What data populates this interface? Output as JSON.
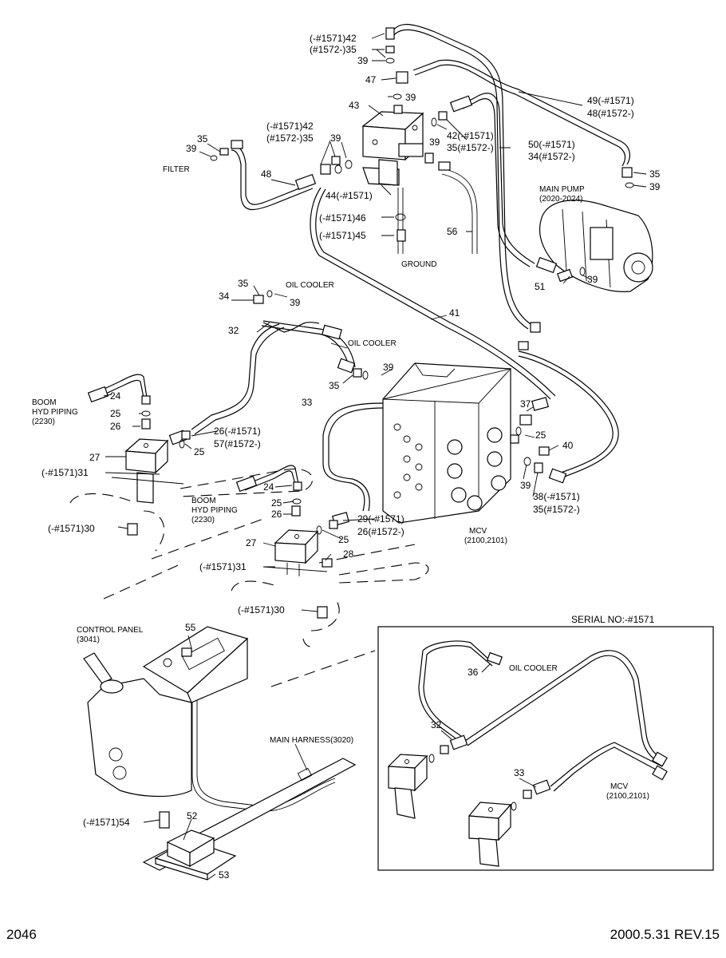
{
  "footer": {
    "page_number": "2046",
    "revision": "2000.5.31 REV.15"
  },
  "labels": [
    {
      "key": "l42a",
      "text": "(-#1571)42"
    },
    {
      "key": "l35a",
      "text": "(#1572-)35"
    },
    {
      "key": "l39a",
      "text": "39"
    },
    {
      "key": "l47",
      "text": "47"
    },
    {
      "key": "l39b",
      "text": "39"
    },
    {
      "key": "l43",
      "text": "43"
    },
    {
      "key": "l49",
      "text": "49(-#1571)"
    },
    {
      "key": "l48b",
      "text": "48(#1572-)"
    },
    {
      "key": "l42b",
      "text": "(-#1571)42"
    },
    {
      "key": "l35b",
      "text": "(#1572-)35"
    },
    {
      "key": "l39c",
      "text": "39"
    },
    {
      "key": "l39d",
      "text": "39"
    },
    {
      "key": "l42c",
      "text": "42(-#1571)"
    },
    {
      "key": "l35c",
      "text": "35(#1572-)"
    },
    {
      "key": "l50",
      "text": "50(-#1571)"
    },
    {
      "key": "l34b",
      "text": "34(#1572-)"
    },
    {
      "key": "l35d",
      "text": "35"
    },
    {
      "key": "l39e",
      "text": "39"
    },
    {
      "key": "l35e",
      "text": "35"
    },
    {
      "key": "l39f",
      "text": "39"
    },
    {
      "key": "lfilter",
      "text": "FILTER"
    },
    {
      "key": "l48",
      "text": "48"
    },
    {
      "key": "l44",
      "text": "44(-#1571)"
    },
    {
      "key": "l46",
      "text": "(-#1571)46"
    },
    {
      "key": "l45",
      "text": "(-#1571)45"
    },
    {
      "key": "lground",
      "text": "GROUND"
    },
    {
      "key": "l56",
      "text": "56"
    },
    {
      "key": "lpump",
      "text": "MAIN PUMP"
    },
    {
      "key": "lpumpref",
      "text": "(2020-2024)"
    },
    {
      "key": "l51",
      "text": "51"
    },
    {
      "key": "l39g",
      "text": "39"
    },
    {
      "key": "l35f",
      "text": "35"
    },
    {
      "key": "loil1",
      "text": "OIL COOLER"
    },
    {
      "key": "l34",
      "text": "34"
    },
    {
      "key": "l39h",
      "text": "39"
    },
    {
      "key": "l41",
      "text": "41"
    },
    {
      "key": "l32",
      "text": "32"
    },
    {
      "key": "loil2",
      "text": "OIL COOLER"
    },
    {
      "key": "l39i",
      "text": "39"
    },
    {
      "key": "l35g",
      "text": "35"
    },
    {
      "key": "lboom1",
      "text": "BOOM"
    },
    {
      "key": "lboom1b",
      "text": "HYD PIPING"
    },
    {
      "key": "lboom1c",
      "text": "(2230)"
    },
    {
      "key": "l24a",
      "text": "24"
    },
    {
      "key": "l33",
      "text": "33"
    },
    {
      "key": "l37",
      "text": "37"
    },
    {
      "key": "l25a",
      "text": "25"
    },
    {
      "key": "l26a",
      "text": "26"
    },
    {
      "key": "l26b",
      "text": "26(-#1571)"
    },
    {
      "key": "l57",
      "text": "57(#1572-)"
    },
    {
      "key": "l25b",
      "text": "25"
    },
    {
      "key": "l25c",
      "text": "25"
    },
    {
      "key": "l40",
      "text": "40"
    },
    {
      "key": "l27a",
      "text": "27"
    },
    {
      "key": "l31a",
      "text": "(-#1571)31"
    },
    {
      "key": "l39j",
      "text": "39"
    },
    {
      "key": "l38",
      "text": "38(-#1571)"
    },
    {
      "key": "l35h",
      "text": "35(#1572-)"
    },
    {
      "key": "l24b",
      "text": "24"
    },
    {
      "key": "lboom2",
      "text": "BOOM"
    },
    {
      "key": "lboom2b",
      "text": "HYD PIPING"
    },
    {
      "key": "lboom2c",
      "text": "(2230)"
    },
    {
      "key": "l25d",
      "text": "25"
    },
    {
      "key": "l26c",
      "text": "26"
    },
    {
      "key": "l30a",
      "text": "(-#1571)30"
    },
    {
      "key": "l29",
      "text": "29(-#1571)"
    },
    {
      "key": "l26d",
      "text": "26(#1572-)"
    },
    {
      "key": "l25e",
      "text": "25"
    },
    {
      "key": "lmcv",
      "text": "MCV"
    },
    {
      "key": "lmcvref",
      "text": "(2100,2101)"
    },
    {
      "key": "l27b",
      "text": "27"
    },
    {
      "key": "l28",
      "text": "28"
    },
    {
      "key": "l31b",
      "text": "(-#1571)31"
    },
    {
      "key": "l30b",
      "text": "(-#1571)30"
    },
    {
      "key": "lserial",
      "text": "SERIAL NO:-#1571"
    },
    {
      "key": "lcp",
      "text": "CONTROL PANEL"
    },
    {
      "key": "lcpref",
      "text": "(3041)"
    },
    {
      "key": "l55",
      "text": "55"
    },
    {
      "key": "l36",
      "text": "36"
    },
    {
      "key": "loil3",
      "text": "OIL COOLER"
    },
    {
      "key": "l32b",
      "text": "32"
    },
    {
      "key": "lharness",
      "text": "MAIN HARNESS(3020)"
    },
    {
      "key": "l33b",
      "text": "33"
    },
    {
      "key": "lmcv2",
      "text": "MCV"
    },
    {
      "key": "lmcv2ref",
      "text": "(2100,2101)"
    },
    {
      "key": "l54",
      "text": "(-#1571)54"
    },
    {
      "key": "l52",
      "text": "52"
    },
    {
      "key": "l53",
      "text": "53"
    }
  ]
}
